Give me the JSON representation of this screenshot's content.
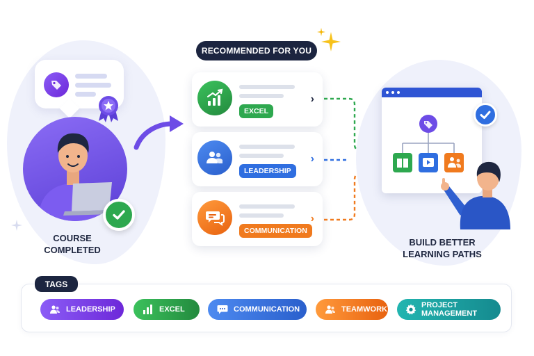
{
  "left": {
    "caption_line1": "COURSE",
    "caption_line2": "COMPLETED"
  },
  "recommended": {
    "title": "RECOMMENDED FOR YOU",
    "cards": [
      {
        "tag": "EXCEL",
        "icon": "chart-growth-icon",
        "color": "#2ea84f"
      },
      {
        "tag": "LEADERSHIP",
        "icon": "users-icon",
        "color": "#2f6ee0"
      },
      {
        "tag": "COMMUNICATION",
        "icon": "chat-bubbles-icon",
        "color": "#f07a1e"
      }
    ]
  },
  "right": {
    "caption_line1": "BUILD BETTER",
    "caption_line2": "LEARNING PATHS"
  },
  "tags": {
    "title": "TAGS",
    "items": [
      {
        "label": "LEADERSHIP",
        "icon": "users-icon",
        "color": "#7c3aed"
      },
      {
        "label": "EXCEL",
        "icon": "bar-chart-icon",
        "color": "#2ea84f"
      },
      {
        "label": "COMMUNICATION",
        "icon": "chat-icon",
        "color": "#2f6ee0"
      },
      {
        "label": "TEAMWORK",
        "icon": "users-icon",
        "color": "#f07a1e"
      },
      {
        "label": "PROJECT MANAGEMENT",
        "icon": "gear-icon",
        "color": "#1aa3a3"
      }
    ]
  }
}
